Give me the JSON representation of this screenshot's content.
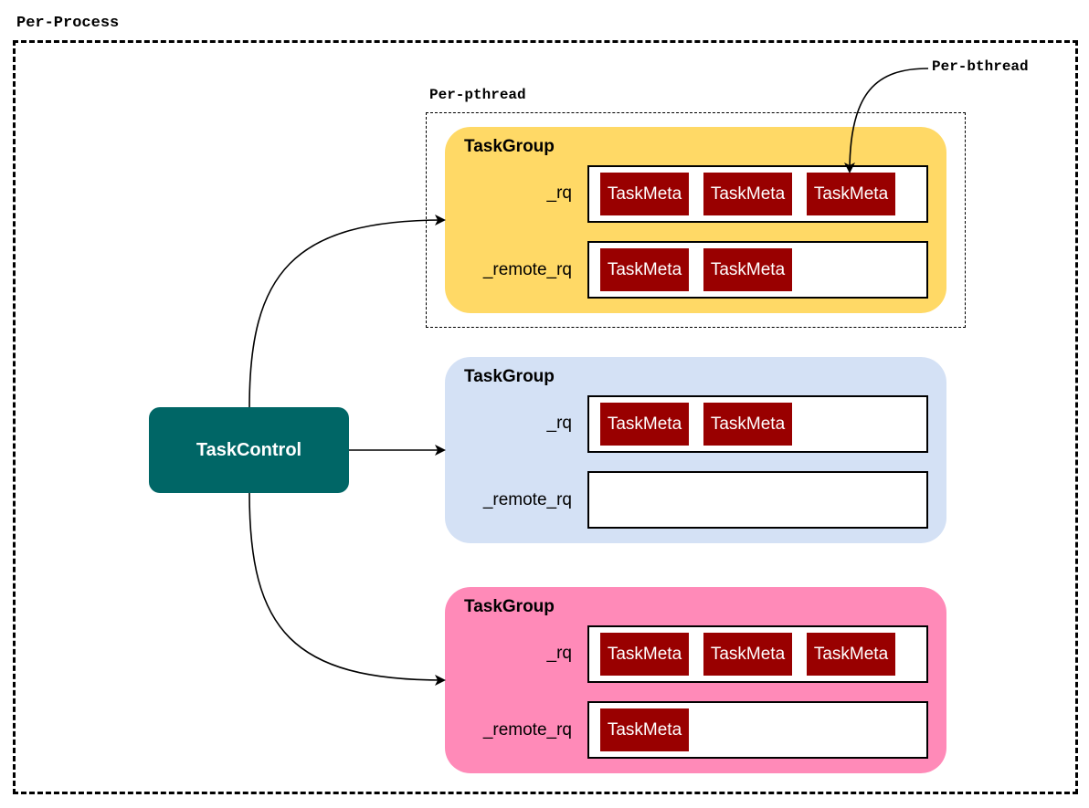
{
  "labels": {
    "per_process": "Per-Process",
    "per_pthread": "Per-pthread",
    "per_bthread": "Per-bthread"
  },
  "control": {
    "label": "TaskControl"
  },
  "colors": {
    "group_yellow": "#FFD966",
    "group_blue": "#D4E1F5",
    "group_pink": "#FF8AB8",
    "taskmeta": "#990000",
    "taskcontrol": "#006666"
  },
  "groups": [
    {
      "title": "TaskGroup",
      "rq_label": "_rq",
      "rq": [
        "TaskMeta",
        "TaskMeta",
        "TaskMeta"
      ],
      "remote_rq_label": "_remote_rq",
      "remote_rq": [
        "TaskMeta",
        "TaskMeta"
      ]
    },
    {
      "title": "TaskGroup",
      "rq_label": "_rq",
      "rq": [
        "TaskMeta",
        "TaskMeta"
      ],
      "remote_rq_label": "_remote_rq",
      "remote_rq": []
    },
    {
      "title": "TaskGroup",
      "rq_label": "_rq",
      "rq": [
        "TaskMeta",
        "TaskMeta",
        "TaskMeta"
      ],
      "remote_rq_label": "_remote_rq",
      "remote_rq": [
        "TaskMeta"
      ]
    }
  ]
}
